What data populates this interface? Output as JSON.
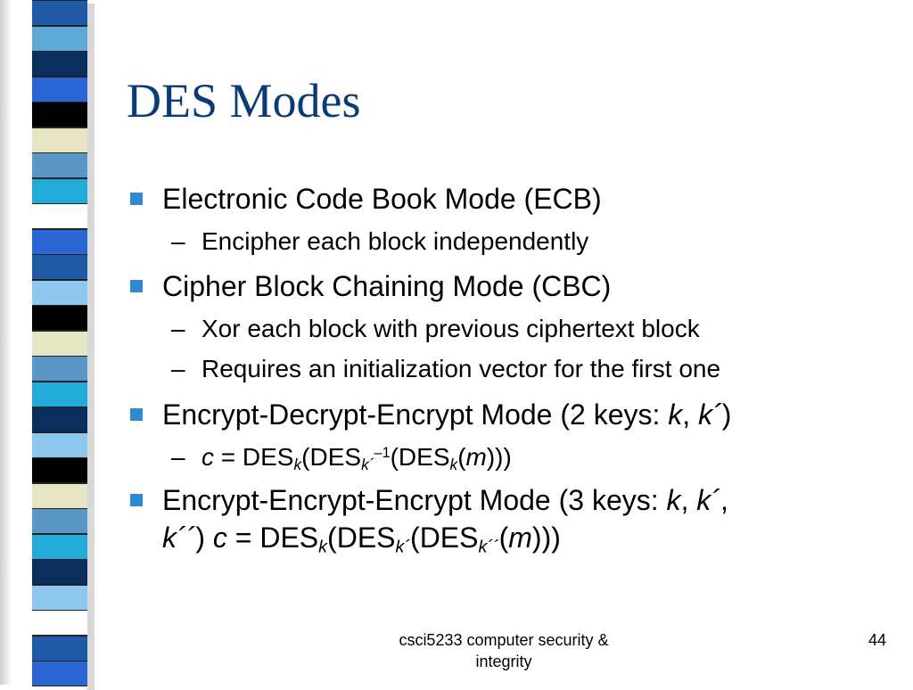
{
  "slide": {
    "title": "DES Modes",
    "colors": {
      "title": "#0b3a78",
      "bullet": "#2f89d2",
      "stripes": [
        "#1f5aa6",
        "#5fa9d6",
        "#0a2f5c",
        "#2a66d3",
        "#000000",
        "#e6e6c2",
        "#5a97c6",
        "#22aad8",
        "#ffffff",
        "#8ec8ee"
      ]
    },
    "bullets": [
      {
        "text": "Electronic Code Book Mode (ECB)"
      },
      {
        "sub": "Encipher each block independently"
      },
      {
        "text": "Cipher Block Chaining Mode (CBC)"
      },
      {
        "sub": "Xor each block with previous ciphertext block"
      },
      {
        "sub": "Requires an initialization vector for the first one"
      },
      {
        "text_a": "Encrypt-Decrypt-Encrypt Mode (2 keys: ",
        "k": "k",
        "comma": ", ",
        "kp": "k´",
        "close": ")"
      },
      {
        "c": "c",
        "eq": " = DES",
        "k": "k",
        "des2": "(DES",
        "kp": "k´",
        "exp": "–1",
        "des3": "(DES",
        "k2": "k",
        "m": "m",
        "close": ")))"
      },
      {
        "text_a": "Encrypt-Encrypt-Encrypt Mode (3 keys: ",
        "k": "k",
        "comma": ", ",
        "kp": "k´",
        "comma2": ",",
        "line2_kpp": "k´´",
        "line2_close": ")",
        "c": "c",
        "eq": " = DES",
        "k2": "k",
        "des2": "(DES",
        "kp2": "k´",
        "des3": "(DES",
        "kpp2": "k´´",
        "m": "m",
        "close2": ")))"
      }
    ],
    "footer": {
      "course": "csci5233 computer security &",
      "course2": "integrity",
      "page": "44"
    }
  }
}
